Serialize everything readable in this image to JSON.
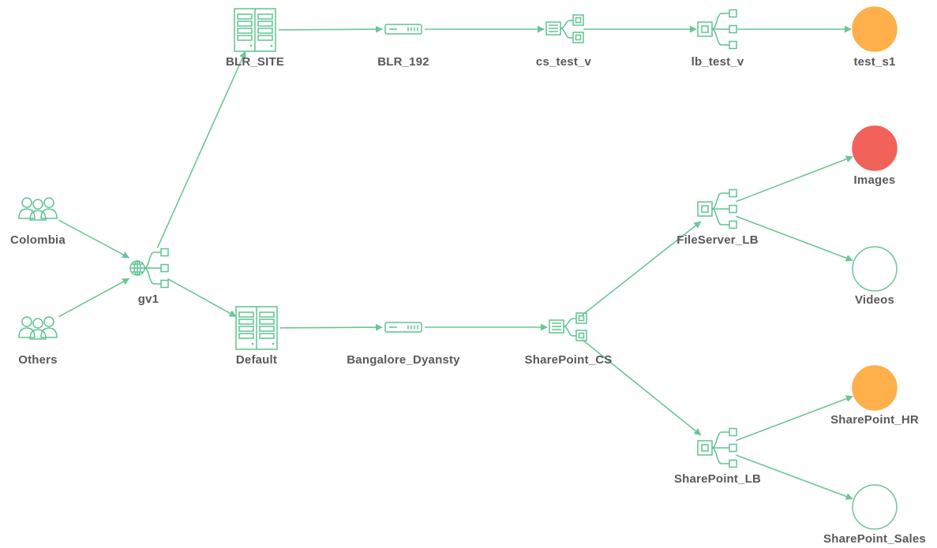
{
  "colors": {
    "edge": "#6cc595",
    "icon": "#5ec48f",
    "label": "#595959",
    "status_orange": "#ffb04a",
    "status_red": "#f1625a",
    "status_empty_stroke": "#6cc595"
  },
  "nodes": {
    "colombia": {
      "label": "Colombia",
      "icon": "user-group-icon"
    },
    "others": {
      "label": "Others",
      "icon": "user-group-icon"
    },
    "gv1": {
      "label": "gv1",
      "icon": "globe-distributor-icon"
    },
    "blr_site": {
      "label": "BLR_SITE",
      "icon": "server-rack-icon"
    },
    "default": {
      "label": "Default",
      "icon": "server-rack-icon"
    },
    "blr_192": {
      "label": "BLR_192",
      "icon": "appliance-icon"
    },
    "bangalore_dyansty": {
      "label": "Bangalore_Dyansty",
      "icon": "appliance-icon"
    },
    "cs_test_v": {
      "label": "cs_test_v",
      "icon": "content-switch-icon"
    },
    "sharepoint_cs": {
      "label": "SharePoint_CS",
      "icon": "content-switch-icon"
    },
    "lb_test_v": {
      "label": "lb_test_v",
      "icon": "load-balancer-icon"
    },
    "fileserver_lb": {
      "label": "FileServer_LB",
      "icon": "load-balancer-icon"
    },
    "sharepoint_lb": {
      "label": "SharePoint_LB",
      "icon": "load-balancer-icon"
    },
    "test_s1": {
      "label": "test_s1",
      "icon": "service-status-icon",
      "status": "warning"
    },
    "images": {
      "label": "Images",
      "icon": "service-status-icon",
      "status": "down"
    },
    "videos": {
      "label": "Videos",
      "icon": "service-status-icon",
      "status": "none"
    },
    "sharepoint_hr": {
      "label": "SharePoint_HR",
      "icon": "service-status-icon",
      "status": "warning"
    },
    "sharepoint_sales": {
      "label": "SharePoint_Sales",
      "icon": "service-status-icon",
      "status": "none"
    }
  },
  "edges": [
    [
      "colombia",
      "gv1"
    ],
    [
      "others",
      "gv1"
    ],
    [
      "gv1",
      "blr_site"
    ],
    [
      "gv1",
      "default"
    ],
    [
      "blr_site",
      "blr_192"
    ],
    [
      "blr_192",
      "cs_test_v"
    ],
    [
      "cs_test_v",
      "lb_test_v"
    ],
    [
      "lb_test_v",
      "test_s1"
    ],
    [
      "default",
      "bangalore_dyansty"
    ],
    [
      "bangalore_dyansty",
      "sharepoint_cs"
    ],
    [
      "sharepoint_cs",
      "fileserver_lb"
    ],
    [
      "sharepoint_cs",
      "sharepoint_lb"
    ],
    [
      "fileserver_lb",
      "images"
    ],
    [
      "fileserver_lb",
      "videos"
    ],
    [
      "sharepoint_lb",
      "sharepoint_hr"
    ],
    [
      "sharepoint_lb",
      "sharepoint_sales"
    ]
  ]
}
